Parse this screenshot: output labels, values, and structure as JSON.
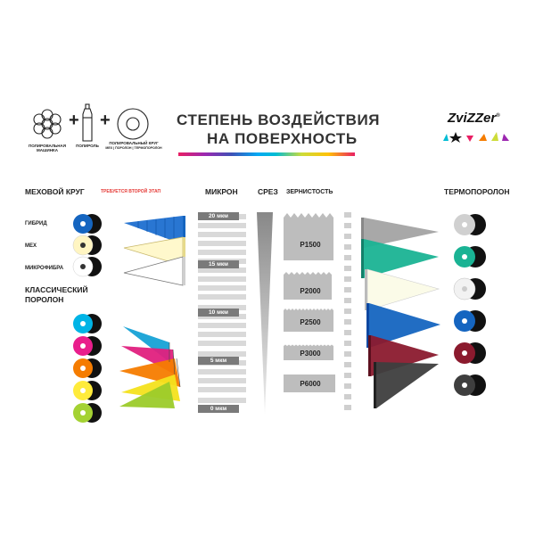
{
  "top": {
    "captions": {
      "machine": "ПОЛИРОВАЛЬНАЯ МАШИНКА",
      "polish": "ПОЛИРОЛЬ",
      "pad": "ПОЛИРОВАЛЬНЫЙ КРУГ",
      "pad_sub": "МЕХ | ПОРОЛОН | ТЕРМОПОРОЛОН"
    },
    "plus": "+",
    "title_line1": "СТЕПЕНЬ ВОЗДЕЙСТВИЯ",
    "title_line2": "НА ПОВЕРХНОСТЬ",
    "logo": "ZviZZer",
    "logo_reg": "®"
  },
  "headers": {
    "fur": "МЕХОВОЙ КРУГ",
    "fur_note": "ТРЕБУЕТСЯ ВТОРОЙ ЭТАП",
    "micron": "МИКРОН",
    "cut": "СРЕЗ",
    "grit": "ЗЕРНИСТОСТЬ",
    "thermo": "ТЕРМОПОРОЛОН",
    "classic_line1": "КЛАССИЧЕСКИЙ",
    "classic_line2": "ПОРОЛОН"
  },
  "fur_pads": [
    {
      "label": "ГИБРИД",
      "color": "#1565c0"
    },
    {
      "label": "МЕХ",
      "color": "#fff5c2"
    },
    {
      "label": "МИКРОФИБРА",
      "color": "#ffffff"
    }
  ],
  "classic_pads": [
    {
      "color": "#00b4e6"
    },
    {
      "color": "#e91e8c"
    },
    {
      "color": "#f57c00"
    },
    {
      "color": "#ffeb3b"
    },
    {
      "color": "#a4d233"
    }
  ],
  "thermo_pads": [
    {
      "color": "#d0d0d0"
    },
    {
      "color": "#1ab394"
    },
    {
      "color": "#f2f2f2"
    },
    {
      "color": "#1565c0"
    },
    {
      "color": "#8b1a2e"
    },
    {
      "color": "#424242"
    }
  ],
  "microns": [
    "20 мкм",
    "15 мкм",
    "10 мкм",
    "5 мкм",
    "0 мкм"
  ],
  "grits": [
    "P1500",
    "P2000",
    "P2500",
    "P3000",
    "P6000"
  ]
}
